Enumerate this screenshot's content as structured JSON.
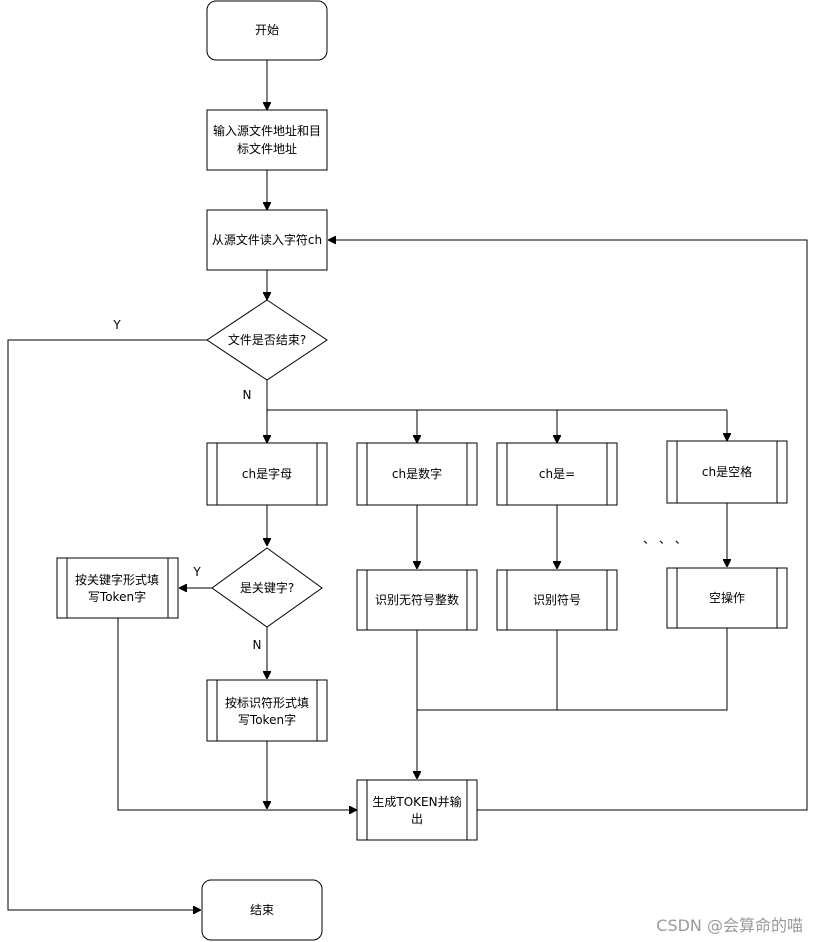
{
  "nodes": {
    "start": "开始",
    "input": [
      "输入源文件地址和目",
      "标文件地址"
    ],
    "read": "从源文件读入字符ch",
    "eof": "文件是否结束?",
    "letter": "ch是字母",
    "digit": "ch是数字",
    "equal": "ch是=",
    "space": "ch是空格",
    "iskw": "是关键字?",
    "kwfill": [
      "按关键字形式填",
      "写Token字"
    ],
    "idfill": [
      "按标识符形式填",
      "写Token字"
    ],
    "int": "识别无符号整数",
    "sym": "识别符号",
    "noop": "空操作",
    "gen": [
      "生成TOKEN并输",
      "出"
    ],
    "end": "结束"
  },
  "labels": {
    "eof_yes": "Y",
    "eof_no": "N",
    "kw_yes": "Y",
    "kw_no": "N",
    "ellipsis": "、 、 、"
  },
  "watermark": "CSDN @会算命的喵"
}
